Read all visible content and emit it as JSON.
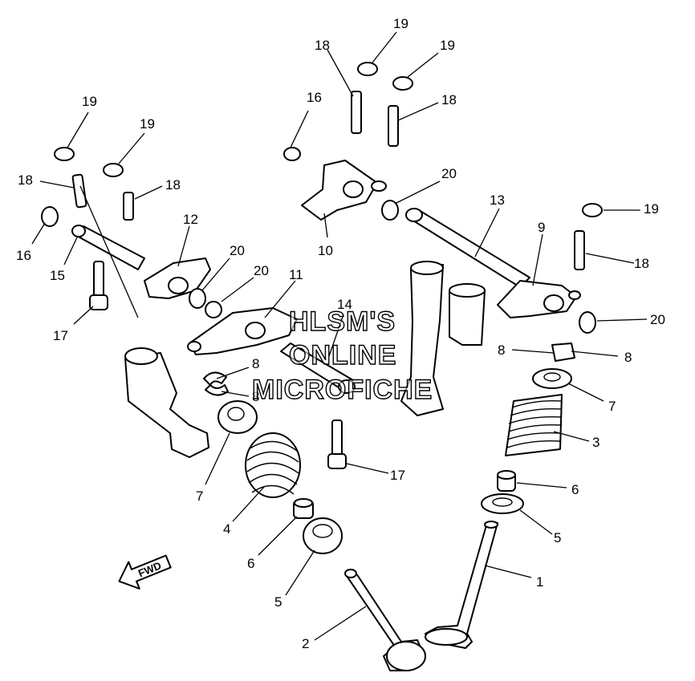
{
  "watermark": {
    "line1": "HLSM'S",
    "line2": "ONLINE",
    "line3": "MICROFICHE"
  },
  "fwd_label": "FWD",
  "callouts": [
    {
      "id": "c1",
      "label": "1"
    },
    {
      "id": "c2",
      "label": "2"
    },
    {
      "id": "c3",
      "label": "3"
    },
    {
      "id": "c4",
      "label": "4"
    },
    {
      "id": "c5a",
      "label": "5"
    },
    {
      "id": "c5b",
      "label": "5"
    },
    {
      "id": "c6a",
      "label": "6"
    },
    {
      "id": "c6b",
      "label": "6"
    },
    {
      "id": "c7a",
      "label": "7"
    },
    {
      "id": "c7b",
      "label": "7"
    },
    {
      "id": "c8a",
      "label": "8"
    },
    {
      "id": "c8b",
      "label": "8"
    },
    {
      "id": "c8c",
      "label": "8"
    },
    {
      "id": "c8d",
      "label": "8"
    },
    {
      "id": "c9",
      "label": "9"
    },
    {
      "id": "c10",
      "label": "10"
    },
    {
      "id": "c11",
      "label": "11"
    },
    {
      "id": "c12",
      "label": "12"
    },
    {
      "id": "c13",
      "label": "13"
    },
    {
      "id": "c14",
      "label": "14"
    },
    {
      "id": "c15",
      "label": "15"
    },
    {
      "id": "c16a",
      "label": "16"
    },
    {
      "id": "c16b",
      "label": "16"
    },
    {
      "id": "c17a",
      "label": "17"
    },
    {
      "id": "c17b",
      "label": "17"
    },
    {
      "id": "c18a",
      "label": "18"
    },
    {
      "id": "c18b",
      "label": "18"
    },
    {
      "id": "c18c",
      "label": "18"
    },
    {
      "id": "c18d",
      "label": "18"
    },
    {
      "id": "c18e",
      "label": "18"
    },
    {
      "id": "c19a",
      "label": "19"
    },
    {
      "id": "c19b",
      "label": "19"
    },
    {
      "id": "c19c",
      "label": "19"
    },
    {
      "id": "c19d",
      "label": "19"
    },
    {
      "id": "c19e",
      "label": "19"
    },
    {
      "id": "c20a",
      "label": "20"
    },
    {
      "id": "c20b",
      "label": "20"
    },
    {
      "id": "c20c",
      "label": "20"
    },
    {
      "id": "c20d",
      "label": "20"
    }
  ]
}
